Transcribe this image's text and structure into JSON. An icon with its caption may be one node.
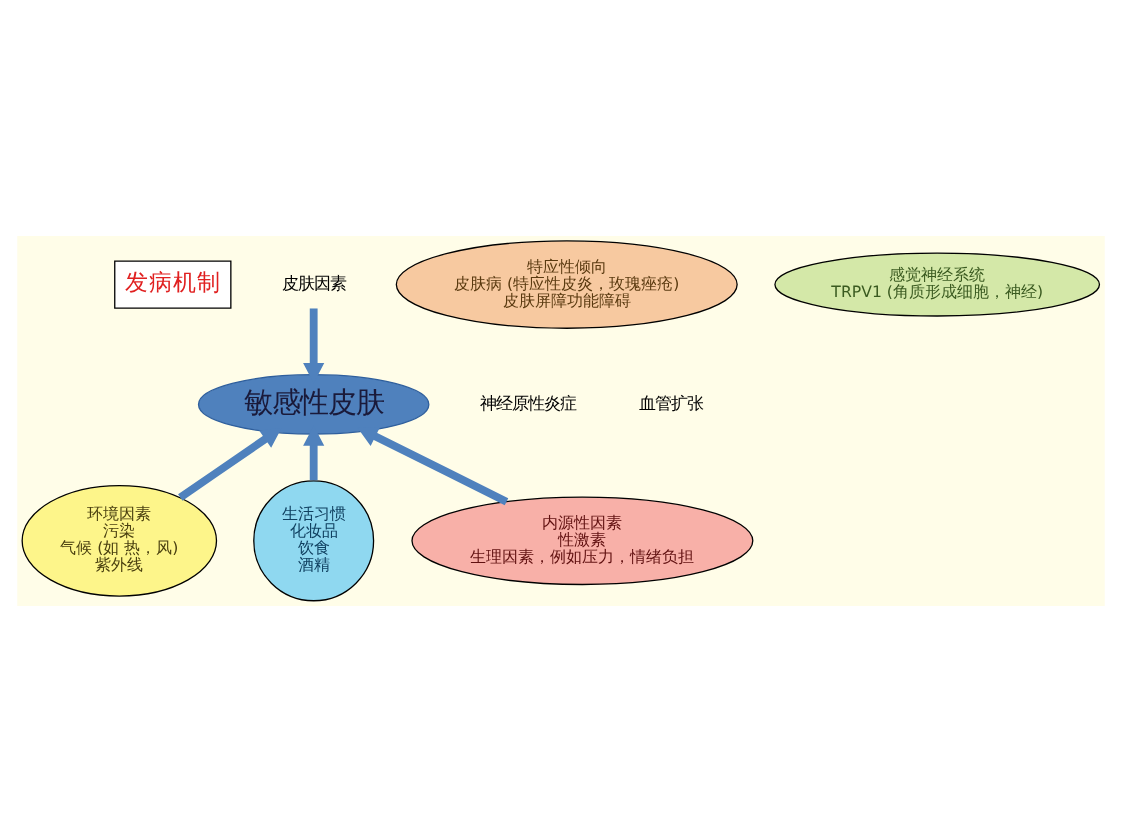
{
  "diagram": {
    "nodes": [
      {
        "text": [
          "发病机制"
        ]
      },
      {
        "text": [
          "皮肤因素"
        ]
      },
      {
        "text": [
          "特应性倾向",
          "皮肤病 (特应性皮炎，玫瑰痤疮)",
          "皮肤屏障功能障碍"
        ]
      },
      {
        "text": [
          "感觉神经系统",
          "TRPV1 (角质形成细胞，神经)"
        ]
      },
      {
        "text": [
          "敏感性皮肤"
        ]
      },
      {
        "text": [
          "环境因素",
          "污染",
          "气候 (如 热，风)",
          "紫外线"
        ]
      },
      {
        "text": [
          "生活习惯",
          "化妆品",
          "饮食",
          "酒精"
        ]
      },
      {
        "text": [
          "内源性因素",
          "性激素",
          "生理因素，例如压力，情绪负担"
        ]
      }
    ],
    "edges": [
      {
        "from": 1,
        "to": 4,
        "arrow": "to"
      },
      {
        "from": 5,
        "to": 4,
        "arrow": "to"
      },
      {
        "from": 6,
        "to": 4,
        "arrow": "to"
      },
      {
        "from": 7,
        "to": 4,
        "arrow": "to"
      }
    ],
    "labels": [
      "神经原性炎症",
      "血管扩张"
    ]
  }
}
